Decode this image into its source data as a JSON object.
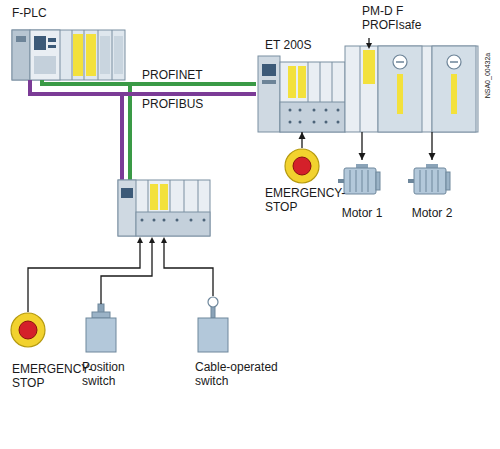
{
  "diagram": {
    "nodes": [
      {
        "text": [
          "F-PLC"
        ]
      },
      {
        "text": [
          "ET 200S"
        ]
      },
      {
        "text": [
          "EMERGENCY-STOP"
        ]
      },
      {
        "text": [
          "Motor 1"
        ]
      },
      {
        "text": [
          "Motor 2"
        ]
      },
      {
        "text": [
          "EMERGENCY-STOP"
        ]
      },
      {
        "text": [
          "Position switch"
        ]
      },
      {
        "text": [
          "Cable-operated switch"
        ]
      }
    ],
    "edges": [
      {
        "from": 0,
        "to": 1,
        "label": "PROFINET",
        "arrow": "none"
      },
      {
        "from": 0,
        "to": 1,
        "label": "PROFIBUS",
        "arrow": "none"
      },
      {
        "from": 2,
        "to": 1,
        "arrow": "to"
      },
      {
        "from": 1,
        "to": 3,
        "arrow": "to"
      },
      {
        "from": 1,
        "to": 4,
        "arrow": "to"
      }
    ],
    "labels": [
      "PM-D F PROFIsafe",
      "NSA0_00432a"
    ]
  }
}
